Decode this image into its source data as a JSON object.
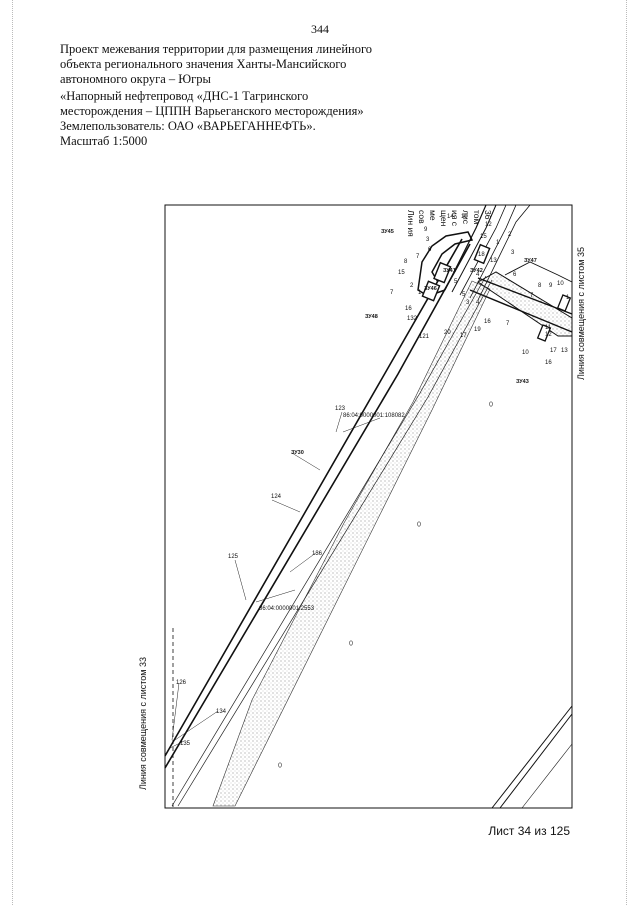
{
  "page_number": "344",
  "header": {
    "project_line": "Проект межевания территории для размещения линейного объекта регионального значения Ханты-Мансийского автономного округа – Югры",
    "object_line": "«Напорный нефтепровод «ДНС-1 Тагринского месторождения – ЦППН Варьеганского месторождения»",
    "land_user": "Землепользователь: ОАО «ВАРЬЕГАННЕФТЬ».",
    "scale": "Масштаб 1:5000"
  },
  "map": {
    "match_line_left": "Линия совмещения с листом 33",
    "match_line_right": "Линия совмещения с листом 35",
    "match_line_top": [
      "Лин",
      "ия",
      "сов",
      "ме",
      "щен",
      "ия с",
      "лис",
      "том",
      "36"
    ],
    "zones": [
      "ЗУ45",
      "ЗУ41",
      "ЗУ42",
      "ЗУ46",
      "ЗУ48",
      "ЗУ47",
      "ЗУ43",
      "ЗУ30"
    ],
    "cadastral": [
      "86:04:0000001:108082",
      "86:04:0000001:2553"
    ],
    "point_labels": [
      "14",
      "10",
      "12",
      "9",
      "3",
      "15",
      "2",
      "1",
      "8",
      "7",
      "6",
      "15",
      "18",
      "13",
      "5",
      "4",
      "3",
      "2",
      "1",
      "5",
      "7",
      "16",
      "132",
      "121",
      "20",
      "17",
      "19",
      "3",
      "4",
      "16",
      "7",
      "6",
      "8",
      "9",
      "7",
      "10",
      "1",
      "11",
      "12",
      "13",
      "17",
      "10",
      "16",
      "123",
      "124",
      "125",
      "136",
      "126",
      "134",
      "135"
    ]
  },
  "sheet": "Лист 34 из 125"
}
